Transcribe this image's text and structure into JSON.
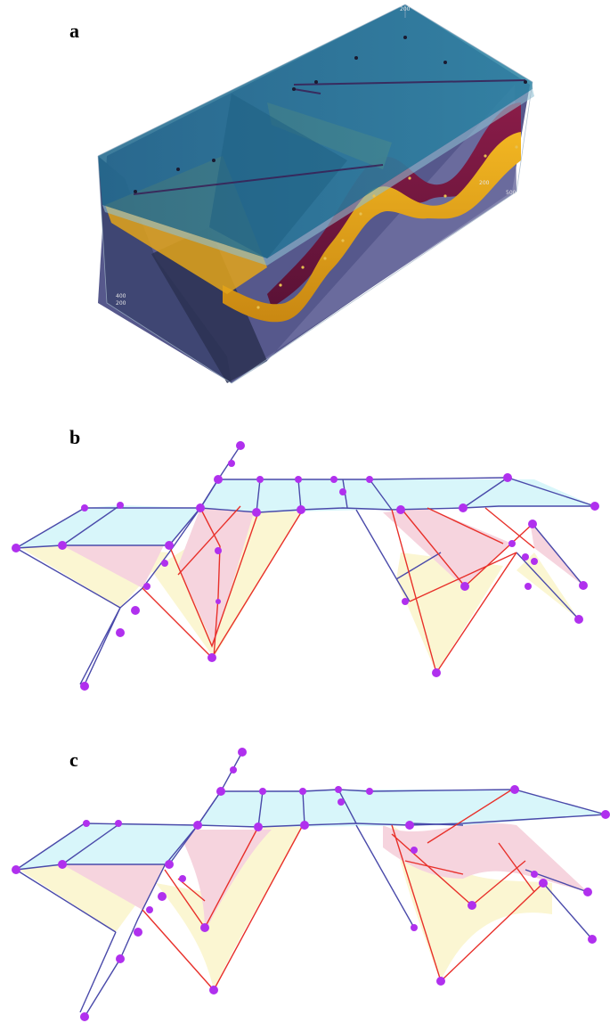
{
  "figure": {
    "panels": [
      {
        "label": "a",
        "content": "3d-block-model"
      },
      {
        "label": "b",
        "content": "fault-surface-network-linear"
      },
      {
        "label": "c",
        "content": "fault-surface-network-smooth"
      }
    ]
  },
  "colors": {
    "block_top": "#2f7ea0",
    "block_side": "#6a6a9a",
    "fold_dark": "#8b1a4a",
    "fold_bright": "#e6a71a",
    "node": "#b030ee",
    "edge_blue": "#4a4aaa",
    "edge_red": "#e8302a",
    "face_cyan": "#d8f6fa",
    "face_pink": "#f6d4de",
    "face_yellow": "#fbf6d2"
  },
  "ticks_a": [
    "200",
    "500",
    "200",
    "400",
    "200"
  ]
}
